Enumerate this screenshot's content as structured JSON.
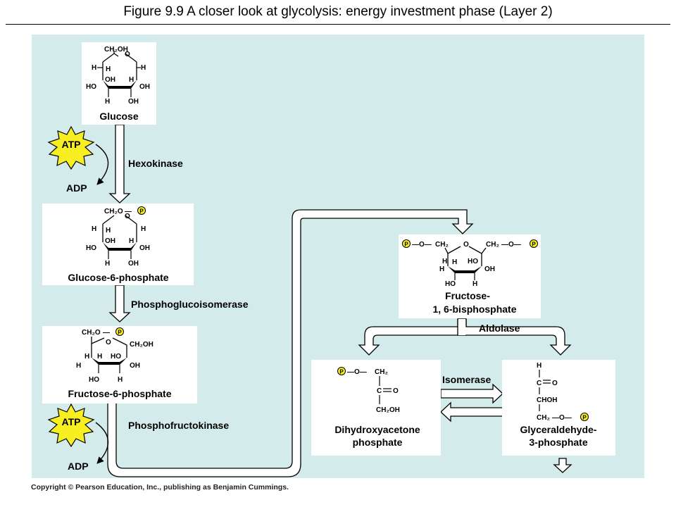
{
  "title": "Figure 9.9  A closer look at glycolysis: energy investment phase (Layer 2)",
  "copyright": "Copyright © Pearson Education, Inc., publishing as Benjamin Cummings.",
  "molecules": {
    "glucose": "Glucose",
    "g6p": "Glucose-6-phosphate",
    "f6p": "Fructose-6-phosphate",
    "fbp_line1": "Fructose-",
    "fbp_line2": "1, 6-bisphosphate",
    "dhap_line1": "Dihydroxyacetone",
    "dhap_line2": "phosphate",
    "g3p_line1": "Glyceraldehyde-",
    "g3p_line2": "3-phosphate"
  },
  "enzymes": {
    "hexokinase": "Hexokinase",
    "phosphoglucoisomerase": "Phosphoglucoisomerase",
    "phosphofructokinase": "Phosphofructokinase",
    "aldolase": "Aldolase",
    "isomerase": "Isomerase"
  },
  "cofactors": {
    "atp": "ATP",
    "adp": "ADP"
  },
  "phosphate_symbol": "P",
  "chem": {
    "ch2oh": "CH₂OH",
    "ch2o": "CH₂O",
    "ch2": "CH₂",
    "oh": "OH",
    "ho": "HO",
    "h": "H",
    "o": "O",
    "c": "C",
    "choh": "CHOH",
    "dash_o": "—O—",
    "dash": "—"
  },
  "colors": {
    "panel": "#d4ebeb",
    "atp_star": "#f7ef21",
    "arrow_fill": "#ffffff"
  }
}
